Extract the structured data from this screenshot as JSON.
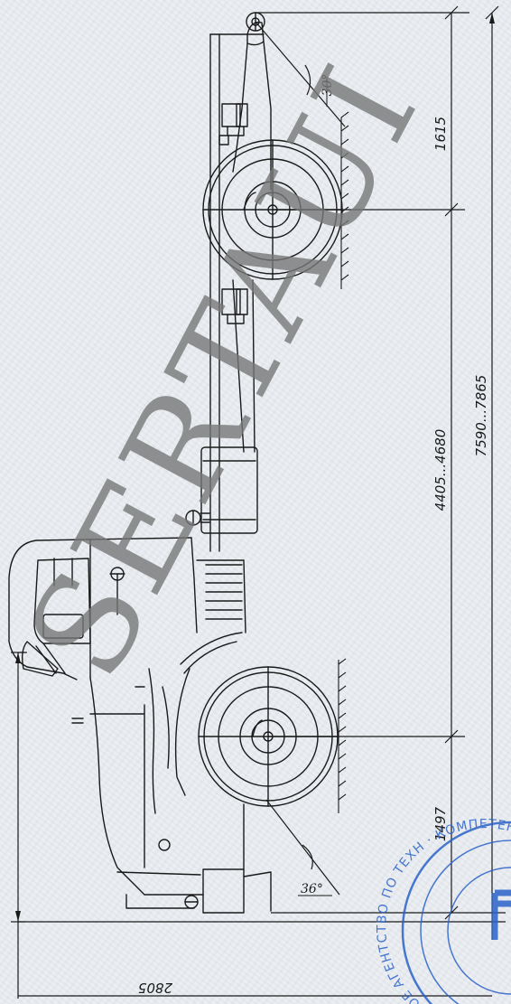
{
  "drawing": {
    "dimensions": {
      "overall_height": "2805",
      "front_overhang": "1497",
      "wheelbase": "4405...4680",
      "overall_length": "7590...7865",
      "rear_overhang": "1615"
    },
    "angles": {
      "approach": "36°",
      "departure": "30°"
    }
  },
  "watermark": {
    "text": "SERTAUI"
  },
  "stamp": {
    "text": "ОЕ АГЕНТСТВО ПО ТЕХН · КОМПЕТЕНТНЫЙ АД"
  },
  "colors": {
    "line": "#1a1a1a",
    "paper": "#eaedf1",
    "watermark": "#777777",
    "stamp": "#2b62c8"
  }
}
